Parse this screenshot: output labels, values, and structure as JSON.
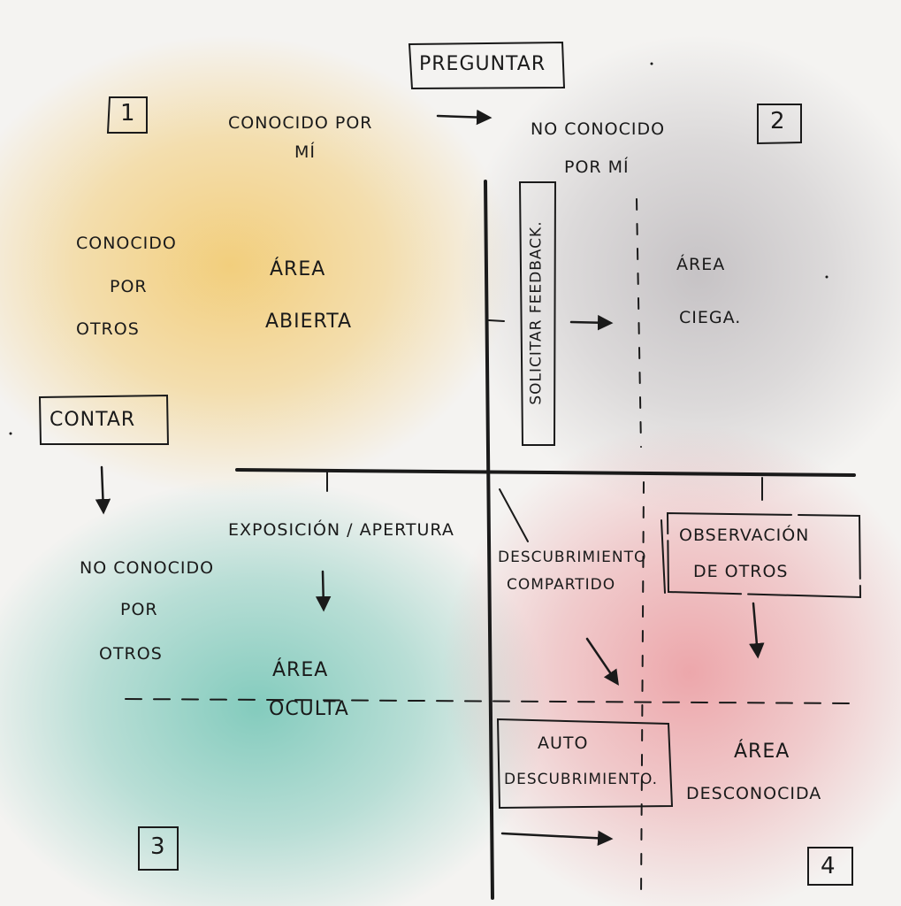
{
  "quadrant_numbers": {
    "q1": "1",
    "q2": "2",
    "q3": "3",
    "q4": "4"
  },
  "actions": {
    "preguntar": "PREGUNTAR",
    "contar": "CONTAR",
    "solicitar_feedback": "SOLICITAR FEEDBACK.",
    "exposicion_apertura": "EXPOSICIÓN / APERTURA",
    "descubrimiento_compartido_line1": "DESCUBRIMIENTO",
    "descubrimiento_compartido_line2": "COMPARTIDO",
    "observacion_line1": "OBSERVACIÓN",
    "observacion_line2": "DE OTROS",
    "auto_line1": "AUTO",
    "auto_line2": "DESCUBRIMIENTO."
  },
  "axes": {
    "top_left_line1": "CONOCIDO POR",
    "top_left_line2": "MÍ",
    "top_right_line1": "NO CONOCIDO",
    "top_right_line2": "POR MÍ",
    "left_top_line1": "CONOCIDO",
    "left_top_line2": "POR",
    "left_top_line3": "OTROS",
    "left_bottom_line1": "NO CONOCIDO",
    "left_bottom_line2": "POR",
    "left_bottom_line3": "OTROS"
  },
  "areas": {
    "abierta_line1": "ÁREA",
    "abierta_line2": "ABIERTA",
    "ciega_line1": "ÁREA",
    "ciega_line2": "CIEGA.",
    "oculta_line1": "ÁREA",
    "oculta_line2": "OCULTA",
    "desconocida_line1": "ÁREA",
    "desconocida_line2": "DESCONOCIDA"
  },
  "colors": {
    "open_area": "#f2c45c",
    "blind_area": "#aaa5aa",
    "hidden_area": "#5ebeac",
    "unknown_area": "#e87880",
    "ink": "#1a1a1a"
  }
}
